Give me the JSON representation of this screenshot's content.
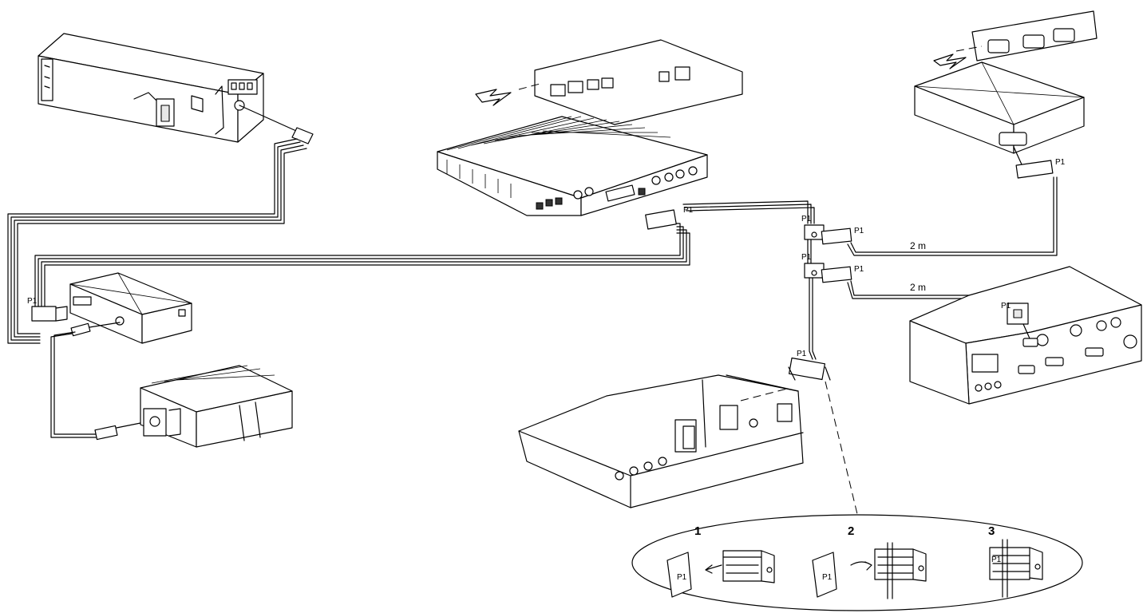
{
  "connectors": {
    "head_unit": "P1",
    "top_box": "P1",
    "splitter_in_top": "P1",
    "splitter_out_top": "P1",
    "splitter_in_bottom": "P1",
    "splitter_out_bottom": "P1",
    "right_module": "P1",
    "radio_unit": "P1",
    "player_unit": "P1",
    "left_box": "P1"
  },
  "cable_lengths": {
    "upper": "2 m",
    "lower": "2 m"
  },
  "detail_steps": [
    "1",
    "2",
    "3"
  ],
  "detail_step_connector": {
    "step1": "P1",
    "step2": "P1",
    "step3": "P1"
  }
}
